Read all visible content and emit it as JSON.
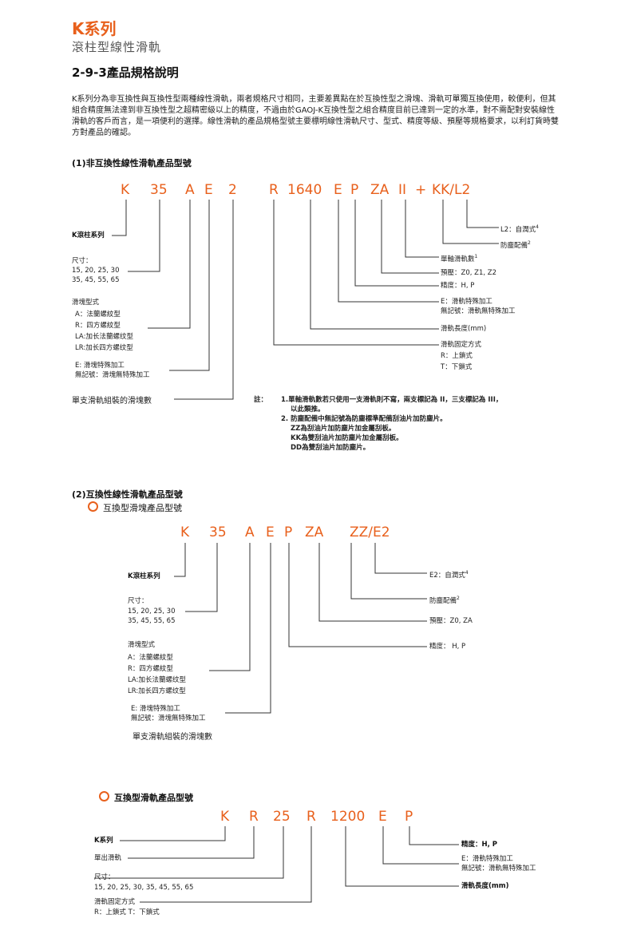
{
  "header": {
    "series": "K系列",
    "subtitle": "滾柱型線性滑軌",
    "section": "2-9-3產品規格說明"
  },
  "intro": {
    "paragraph": "K系列分為非互換性與互換性型兩種線性滑軌，兩者規格尺寸相同，主要差異點在於互換性型之滑塊、滑軌可單獨互換使用，較便利，但其組合精度無法達到非互換性型之超精密級以上的精度，不過由於GAOJ-K互換性型之組合精度目前已達到一定的水準，對不需配對安裝線性滑軌的客戶而言，是一項便利的選擇。線性滑軌的產品規格型號主要標明線性滑軌尺寸、型式、精度等級、預壓等規格要求，以利訂貨時雙方對產品的確認。"
  },
  "part1": {
    "heading": "(1)非互換性線性滑軌產品型號",
    "codes": [
      "K",
      "35",
      "A",
      "E",
      "2",
      "R",
      "1640",
      "E",
      "P",
      "ZA",
      "II",
      "+",
      "KK/L2"
    ],
    "left_labels": {
      "series": "K滾柱系列",
      "size_title": "尺寸：",
      "size_line1": "15, 20, 25, 30",
      "size_line2": "35, 45, 55, 65",
      "block_title": "滑塊型式",
      "block_a": "A：法蘭螺紋型",
      "block_r": "R：四方螺紋型",
      "block_la": "LA:加长法蘭螺纹型",
      "block_lr": "LR:加长四方螺纹型",
      "special_e": "E: 滑塊特殊加工",
      "special_none": "無記號：滑塊無特殊加工",
      "count": "單支滑軌組裝的滑塊數"
    },
    "right_labels": {
      "l2": "L2：自潤式",
      "l2_sup": "4",
      "dust": "防塵配備",
      "dust_sup": "2",
      "single": "單軸滑軌數",
      "single_sup": "1",
      "preload": "預壓：Z0,  Z1,  Z2",
      "accuracy": "精度：H, P",
      "rail_e": "E：滑軌特殊加工",
      "rail_none": "無記號：滑軌無特殊加工",
      "length": "滑軌長度(mm)",
      "fix_title": "滑軌固定方式",
      "fix_r": "R：上鎖式",
      "fix_t": "T：下鎖式"
    },
    "notes": {
      "prefix": "註：",
      "n1a": "1.單軸滑軌數若只使用一支滑軌則不寫，兩支標記為 II，三支標記為 III，",
      "n1b": "以此類推。",
      "n2a": "2. 防塵配備中無記號為防塵標準配備刮油片加防塵片。",
      "n2b": "ZZ為刮油片加防塵片加金屬刮板。",
      "n2c": "KK為雙刮油片加防塵片加金屬刮板。",
      "n2d": "DD為雙刮油片加防塵片。"
    }
  },
  "part2": {
    "heading": "(2)互換性線性滑軌產品型號",
    "sub1": "互換型滑塊產品型號",
    "codes": [
      "K",
      "35",
      "A",
      "E",
      "P",
      "ZA",
      "ZZ/E2"
    ],
    "left_labels": {
      "series": "K滾柱系列",
      "size_title": "尺寸：",
      "size_line1": "15, 20, 25, 30",
      "size_line2": "35, 45, 55, 65",
      "block_title": "滑塊型式",
      "block_a": "A：法蘭螺紋型",
      "block_r": "R：四方螺紋型",
      "block_la": "LA:加长法蘭螺纹型",
      "block_lr": "LR:加长四方螺纹型",
      "special_e": "E: 滑塊特殊加工",
      "special_none": "無記號：滑塊無特殊加工",
      "count": "單支滑軌組裝的滑塊數"
    },
    "right_labels": {
      "e2": "E2：自潤式",
      "e2_sup": "4",
      "dust": "防塵配備",
      "dust_sup": "2",
      "preload": "預壓：Z0,  ZA",
      "accuracy": "精度：  H,  P"
    },
    "sub2": "互換型滑軌產品型號",
    "codes2": [
      "K",
      "R",
      "25",
      "R",
      "1200",
      "E",
      "P"
    ],
    "rail_left": {
      "series": "K系列",
      "single": "單出滑軌",
      "size_title": "尺寸：",
      "size_line": "15,  20, 25,   30, 35, 45,    55, 65",
      "fix_title": "滑軌固定方式",
      "fix_line": "R：上鎖式      T：下鎖式"
    },
    "rail_right": {
      "accuracy": "精度：H, P",
      "rail_e": "E：滑軌特殊加工",
      "rail_none": "無記號：滑軌無特殊加工",
      "length": "滑軌長度(mm)"
    }
  }
}
